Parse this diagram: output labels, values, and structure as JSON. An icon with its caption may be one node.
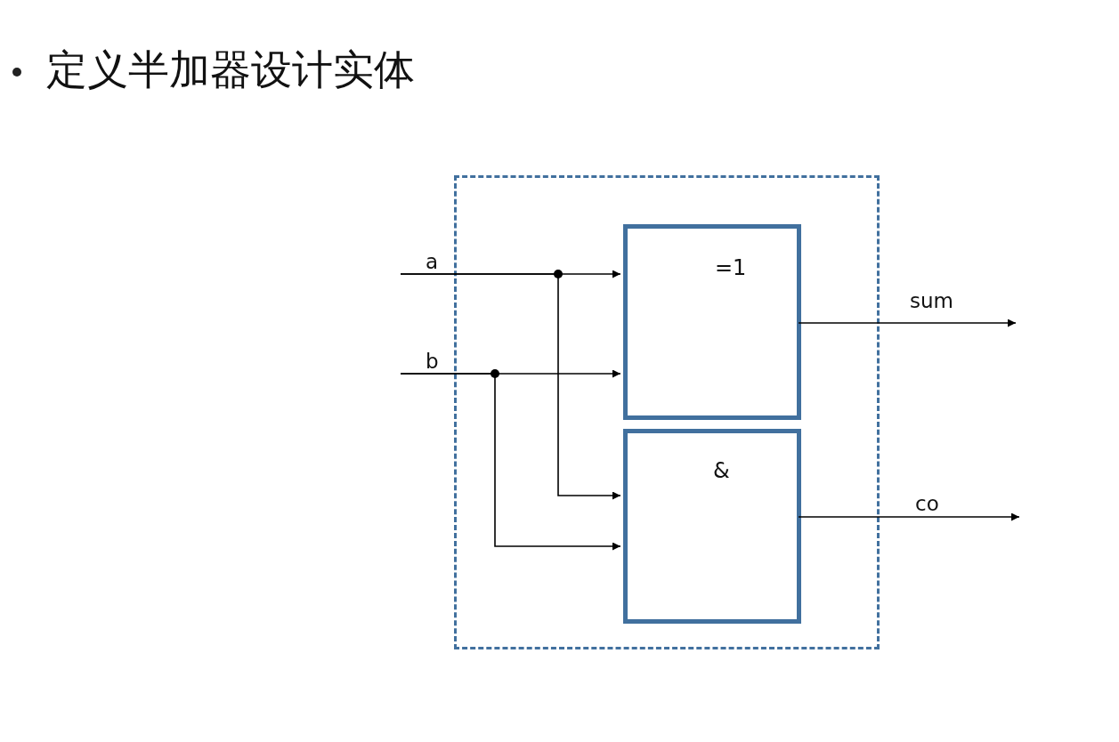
{
  "diagram": {
    "title": "定义半加器设计实体",
    "nodes": [
      {
        "text": [],
        "shape": "box"
      },
      {
        "text": [
          "=1"
        ],
        "in": 0
      },
      {
        "text": [
          "&"
        ],
        "in": 0
      }
    ],
    "edges": [
      {
        "from": null,
        "to": 1,
        "arrow": "to",
        "label": "a"
      },
      {
        "from": null,
        "to": 2,
        "arrow": "to"
      },
      {
        "from": null,
        "to": 1,
        "arrow": "to",
        "label": "b"
      },
      {
        "from": null,
        "to": 2,
        "arrow": "to"
      },
      {
        "from": 1,
        "to": null,
        "arrow": "to",
        "label": "sum"
      },
      {
        "from": 2,
        "to": null,
        "arrow": "to",
        "label": "co"
      }
    ]
  }
}
